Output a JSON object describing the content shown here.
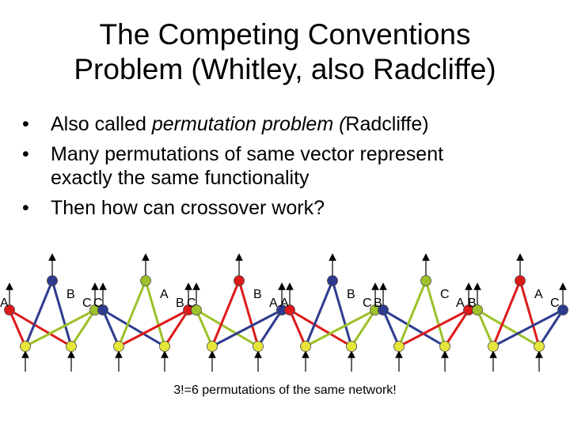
{
  "slide": {
    "title_line1": "The Competing Conventions",
    "title_line2": "Problem (Whitley, also Radcliffe)",
    "bullets": [
      {
        "pre": "Also called ",
        "em": "permutation problem (",
        "post": "Radcliffe)"
      },
      {
        "line1": "Many permutations of same vector represent",
        "line2": "exactly the same functionality"
      },
      {
        "text": "Then how can crossover work?"
      }
    ],
    "caption": "3!=6 permutations of the same network!"
  },
  "networks": [
    {
      "labels": [
        "A",
        "B",
        "C"
      ]
    },
    {
      "labels": [
        "C",
        "A",
        "B"
      ]
    },
    {
      "labels": [
        "C",
        "B",
        "A"
      ]
    },
    {
      "labels": [
        "A",
        "B",
        "C"
      ]
    },
    {
      "labels": [
        "B",
        "C",
        "A"
      ]
    },
    {
      "labels": [
        "B",
        "A",
        "C"
      ]
    }
  ],
  "colors": {
    "red": "#dd1a1a",
    "blue": "#2e3b8e",
    "green": "#9dc12a",
    "input": "#e6e63a",
    "arrow": "#000000"
  }
}
